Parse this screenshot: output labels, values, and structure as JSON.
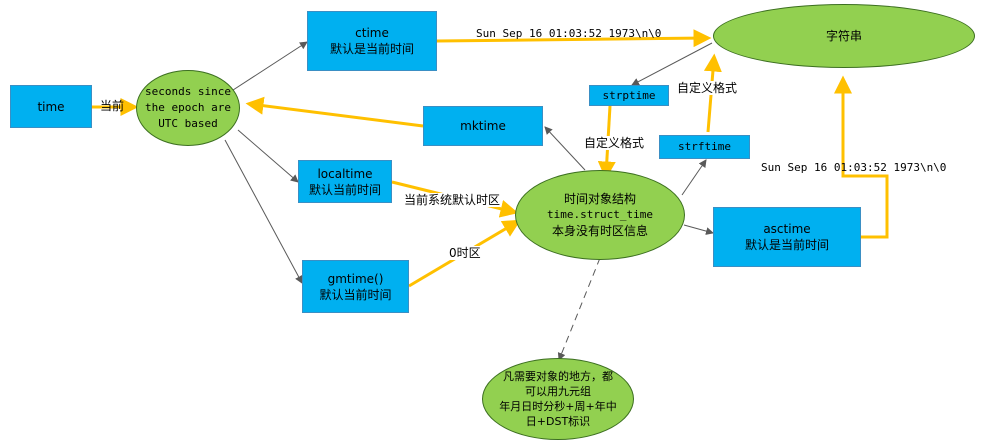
{
  "nodes": {
    "time": "time",
    "seconds": [
      "seconds since",
      "the epoch are",
      "UTC based"
    ],
    "ctime": [
      "ctime",
      "默认是当前时间"
    ],
    "mktime": "mktime",
    "localtime": [
      "localtime",
      "默认当前时间"
    ],
    "gmtime": [
      "gmtime()",
      "默认当前时间"
    ],
    "struct_time": [
      "时间对象结构",
      "time.struct_time",
      "本身没有时区信息"
    ],
    "strptime": "strptime",
    "strftime": "strftime",
    "asctime": [
      "asctime",
      "默认是当前时间"
    ],
    "string": "字符串",
    "note": [
      "凡需要对象的地方，都",
      "可以用九元组",
      "年月日时分秒+周+年中",
      "日+DST标识"
    ]
  },
  "labels": {
    "current": "当前",
    "ctime_output": "Sun Sep 16 01:03:52 1973\\n\\0",
    "asctime_output": "Sun Sep 16 01:03:52 1973\\n\\0",
    "custom_format_top": "自定义格式",
    "custom_format_mid": "自定义格式",
    "local_tz": "当前系统默认时区",
    "zero_tz": "0时区"
  },
  "colors": {
    "box_fill": "#00b0f0",
    "ellipse_fill": "#92d050",
    "thick_arrow": "#ffc000",
    "thin_arrow": "#595959"
  }
}
